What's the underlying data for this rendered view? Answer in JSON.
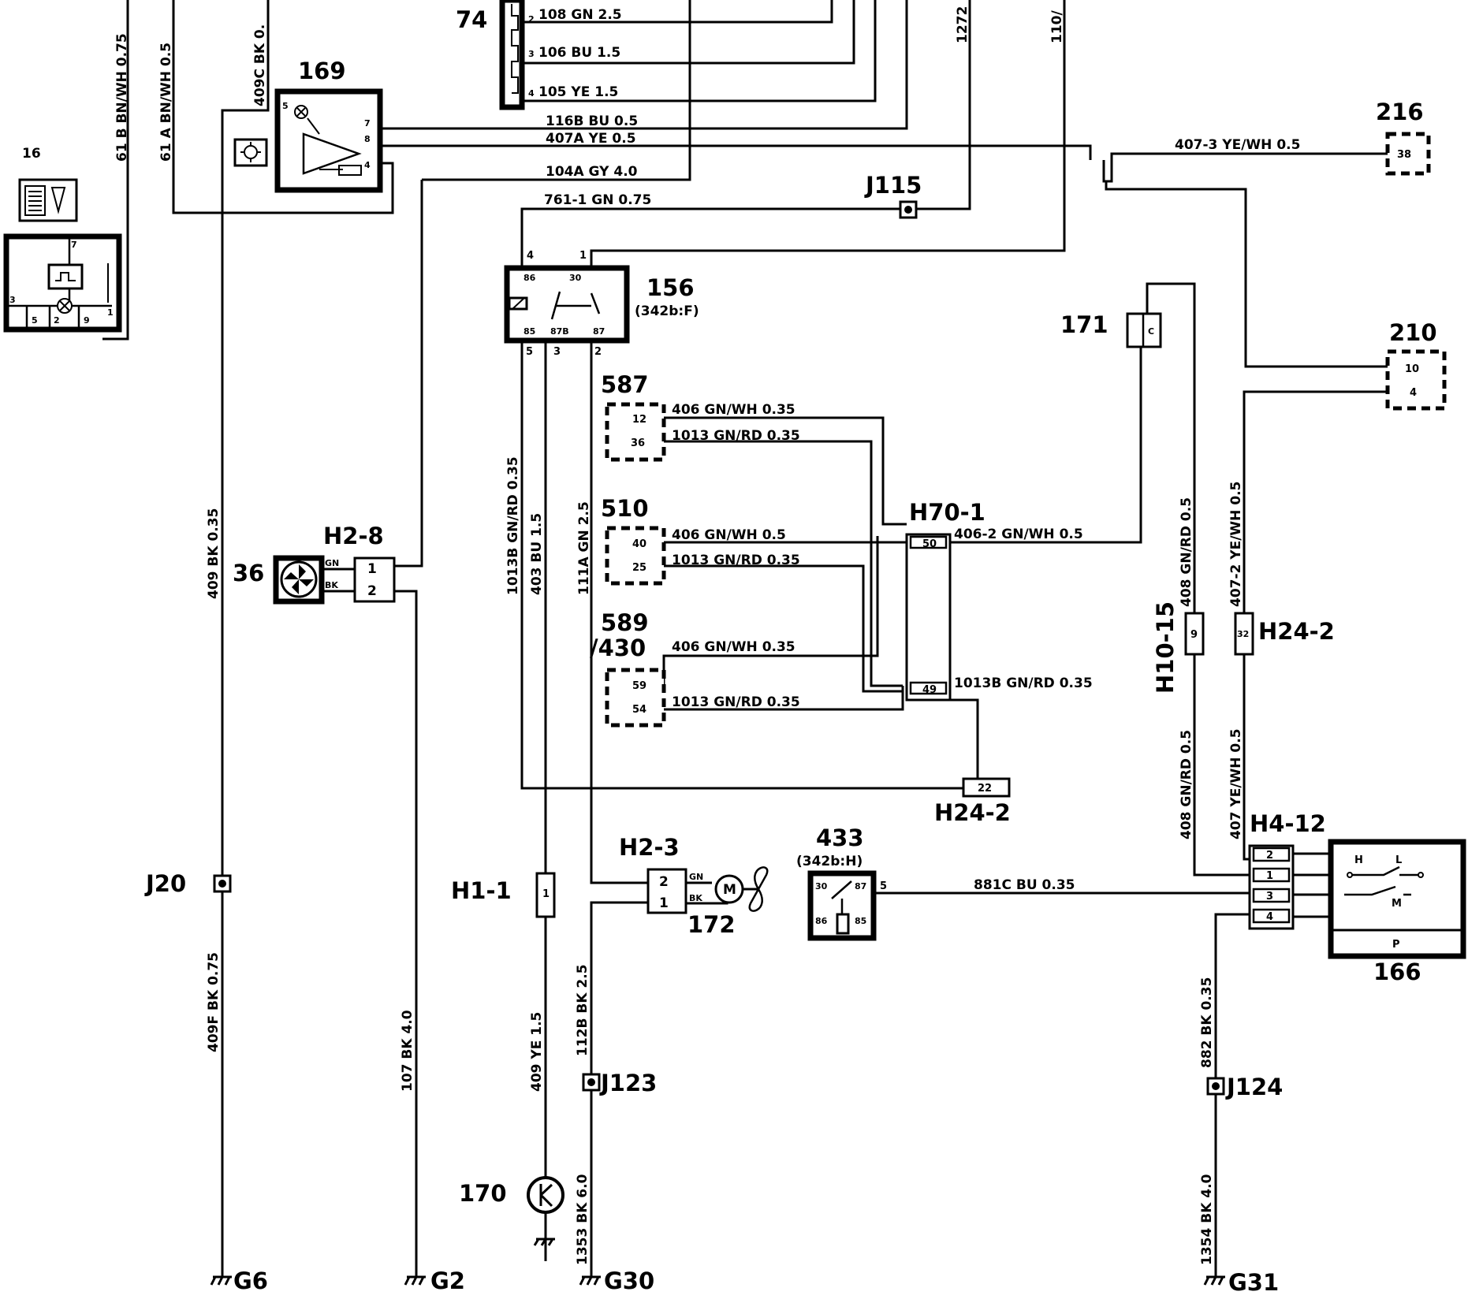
{
  "components": {
    "c16": "16",
    "c74": "74",
    "c169": "169",
    "c216": "216",
    "c210": "210",
    "c171": "171",
    "c156": "156",
    "c156_ref": "(342b:F)",
    "c587": "587",
    "c510": "510",
    "c589": "589",
    "c589b": "/430",
    "c36": "36",
    "c433": "433",
    "c433_ref": "(342b:H)",
    "c172": "172",
    "c166": "166",
    "c170": "170"
  },
  "connectors": {
    "h2_8": "H2-8",
    "h70_1": "H70-1",
    "h10_15": "H10-15",
    "h24_2a": "H24-2",
    "h24_2b": "H24-2",
    "h2_3": "H2-3",
    "h1_1": "H1-1",
    "h4_12": "H4-12"
  },
  "junctions": {
    "j115": "J115",
    "j20": "J20",
    "j123": "J123",
    "j124": "J124"
  },
  "grounds": {
    "g6": "G6",
    "g2": "G2",
    "g30": "G30",
    "g31": "G31"
  },
  "wires": {
    "w108": "108  GN 2.5",
    "w106": "106  BU 1.5",
    "w105": "105  YE 1.5",
    "w116b": "116B  BU 0.5",
    "w407a": "407A  YE 0.5",
    "w104a": "104A  GY 4.0",
    "w761": "761-1   GN 0.75",
    "w407_3": "407-3   YE/WH 0.5",
    "w406_587": "406  GN/WH 0.35",
    "w1013_587": "1013  GN/RD 0.35",
    "w406_510": "406  GN/WH 0.5",
    "w1013_510": "1013  GN/RD 0.35",
    "w406_589": "406  GN/WH 0.35",
    "w1013_589": "1013  GN/RD 0.35",
    "w406_2": "406-2   GN/WH 0.5",
    "w1013b_h70": "1013B  GN/RD 0.35",
    "w881c": "881C  BU 0.35",
    "v61b": "61 B  BN/WH 0.75",
    "v61a": "61 A  BN/WH 0.5",
    "v409c": "409C  BK 0.",
    "v1272": "1272",
    "v110": "110/",
    "v409": "409  BK 0.35",
    "v1013b": "1013B  GN/RD 0.35",
    "v403": "403  BU 1.5",
    "v111a": "111A  GN 2.5",
    "v408a": "408  GN/RD 0.5",
    "v407_2": "407-2   YE/WH 0.5",
    "v408b": "408  GN/RD 0.5",
    "v407": "407  YE/WH 0.5",
    "v409f": "409F  BK 0.75",
    "v107": "107  BK 4.0",
    "v409ye": "409  YE 1.5",
    "v112b": "112B  BK 2.5",
    "v882": "882  BK 0.35",
    "v1353": "1353  BK 6.0",
    "v1354": "1354  BK 4.0"
  },
  "pins": {
    "p74_2": "2",
    "p74_3": "3",
    "p74_4": "4",
    "p169_5": "5",
    "p169_7": "7",
    "p169_8": "8",
    "p169_4": "4",
    "p16_7": "7",
    "p16_3": "3",
    "p16_5": "5",
    "p16_2": "2",
    "p16_9": "9",
    "p16_1": "1",
    "p216_38": "38",
    "p210_10": "10",
    "p210_4": "4",
    "p156_4": "4",
    "p156_1": "1",
    "p156_86": "86",
    "p156_30": "30",
    "p156_85": "85",
    "p156_87b": "87B",
    "p156_87": "87",
    "p156_5": "5",
    "p156_3": "3",
    "p156_2": "2",
    "p587_12": "12",
    "p587_36": "36",
    "p510_40": "40",
    "p510_25": "25",
    "p589_59": "59",
    "p589_54": "54",
    "p70_50": "50",
    "p70_49": "49",
    "p36_gn": "GN",
    "p36_bk": "BK",
    "h28_1": "1",
    "h28_2": "2",
    "h1015_9": "9",
    "h242_32": "32",
    "h242_22": "22",
    "h23_2": "2",
    "h23_1": "1",
    "h23_gn": "GN",
    "h23_bk": "BK",
    "h11_1": "1",
    "p433_30": "30",
    "p433_87": "87",
    "p433_86": "86",
    "p433_85": "85",
    "p433_5": "5",
    "h412_2": "2",
    "h412_1": "1",
    "h412_3": "3",
    "h412_4": "4",
    "p166_h": "H",
    "p166_l": "L",
    "p166_m": "M",
    "p166_p": "P",
    "p171_c": "C"
  }
}
